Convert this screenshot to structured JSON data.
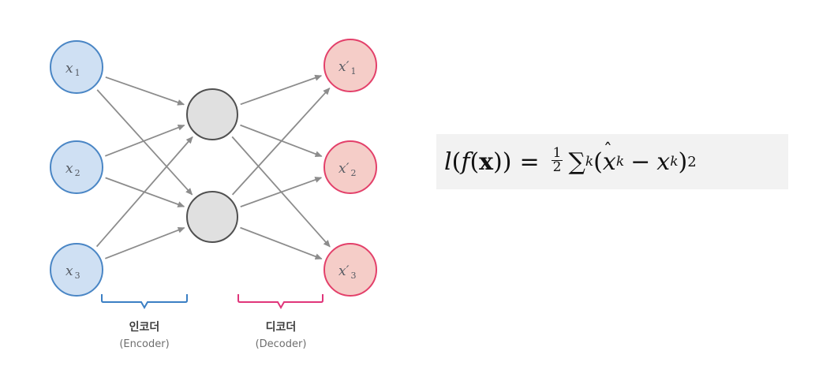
{
  "inputs": [
    {
      "var": "x",
      "sub": "1"
    },
    {
      "var": "x",
      "sub": "2"
    },
    {
      "var": "x",
      "sub": "3"
    }
  ],
  "outputs": [
    {
      "var": "x′",
      "sub": "1"
    },
    {
      "var": "x′",
      "sub": "2"
    },
    {
      "var": "x′",
      "sub": "3"
    }
  ],
  "encoder": {
    "title": "인코더",
    "subtitle": "(Encoder)"
  },
  "decoder": {
    "title": "디코더",
    "subtitle": "(Decoder)"
  },
  "formula": {
    "lhs_l": "l",
    "lhs_open": "(",
    "lhs_f": "f",
    "lhs_arg_open": "(",
    "lhs_x": "x",
    "lhs_close": "))",
    "eq": "=",
    "frac_num": "1",
    "frac_den": "2",
    "sum": "∑",
    "sum_sub": "k",
    "paren_open": "(",
    "xhat": "x",
    "hat": "ˆ",
    "xhat_sub": "k",
    "minus": "−",
    "x": "x",
    "x_sub": "k",
    "paren_close": ")",
    "power": "2"
  },
  "colors": {
    "input_fill": "#cfe0f3",
    "input_stroke": "#4a86c5",
    "hidden_fill": "#e0e0e0",
    "hidden_stroke": "#505050",
    "output_fill": "#f5cdc8",
    "output_stroke": "#e3406a",
    "arrow": "#8c8c8c",
    "encoder_bracket": "#3b7fc4",
    "decoder_bracket": "#e0357a"
  }
}
